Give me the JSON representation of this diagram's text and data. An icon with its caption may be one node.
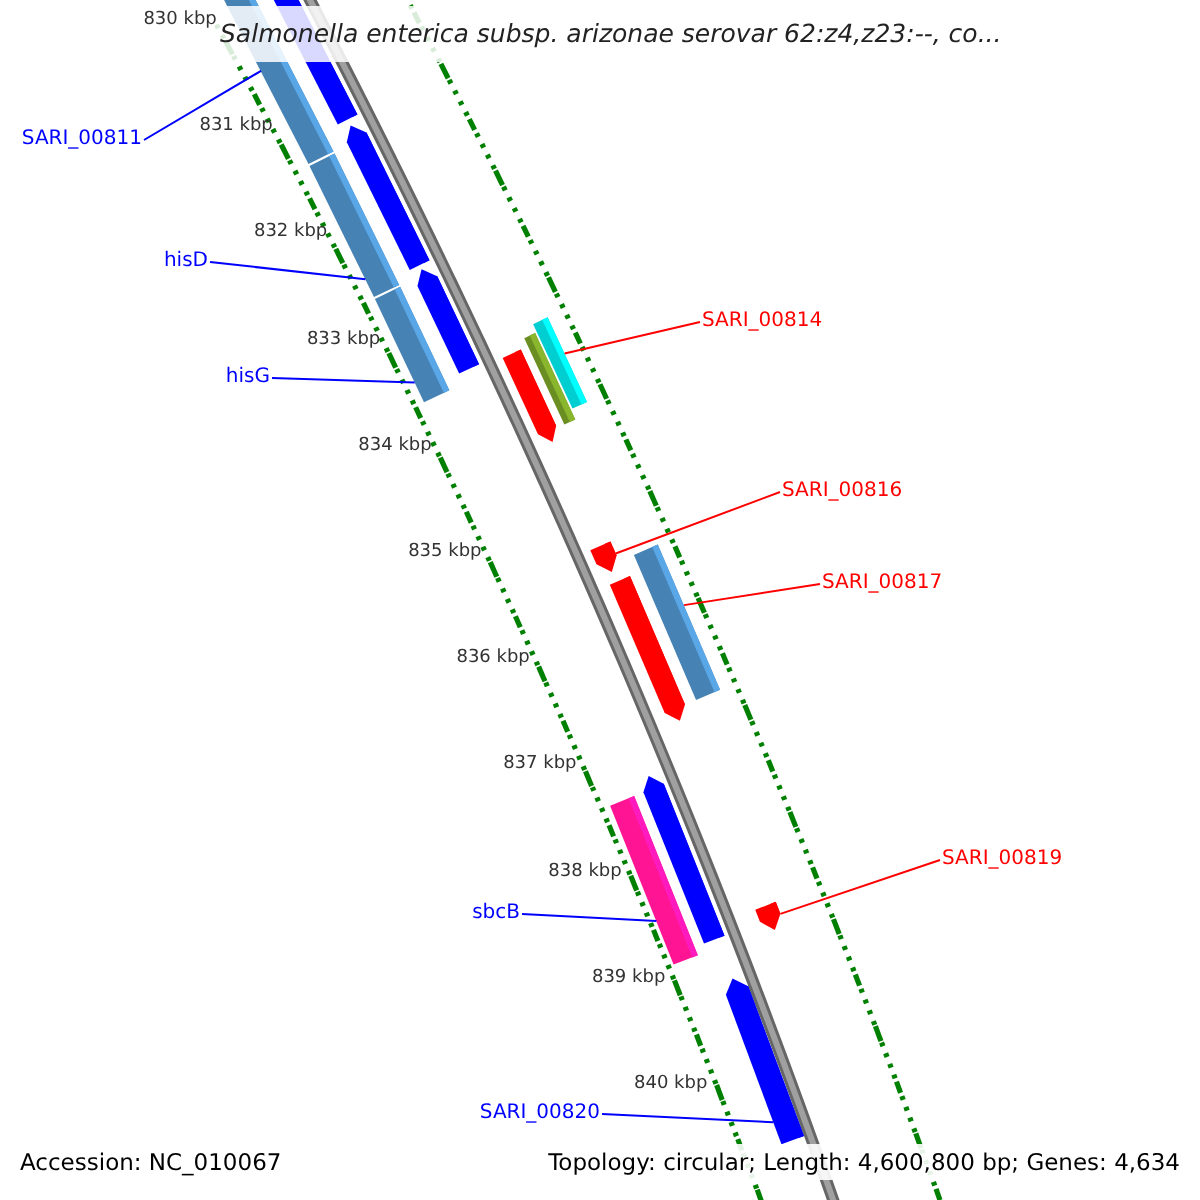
{
  "diagram": {
    "title": "Salmonella enterica subsp. arizonae serovar 62:z4,z23:--, co...",
    "nodes": [
      {
        "text": [
          "SARI_00811"
        ]
      },
      {
        "text": [
          "hisD"
        ]
      },
      {
        "text": [
          "hisG"
        ]
      },
      {
        "text": [
          "SARI_00814"
        ]
      },
      {
        "text": [
          "SARI_00816"
        ]
      },
      {
        "text": [
          "SARI_00817"
        ]
      },
      {
        "text": [
          "SARI_00819"
        ]
      },
      {
        "text": [
          "sbcB"
        ]
      },
      {
        "text": [
          "SARI_00820"
        ]
      },
      {
        "text": [],
        "shape": "bar"
      },
      {
        "text": [],
        "shape": "bar"
      },
      {
        "text": [],
        "shape": "bar"
      },
      {
        "text": [],
        "shape": "bar"
      },
      {
        "text": [],
        "shape": "bar"
      },
      {
        "text": [],
        "shape": "bar"
      },
      {
        "text": [],
        "shape": "bar"
      },
      {
        "text": [],
        "shape": "bar"
      },
      {
        "text": [],
        "shape": "bar"
      },
      {
        "text": [],
        "shape": "bar"
      },
      {
        "text": [],
        "shape": "bar"
      },
      {
        "text": [],
        "shape": "bar"
      },
      {
        "text": [],
        "shape": "bar"
      },
      {
        "text": [],
        "shape": "bar"
      },
      {
        "text": [],
        "shape": "bar"
      },
      {
        "text": [],
        "shape": "bar"
      }
    ],
    "edges": [
      {
        "from": 0,
        "to": 9,
        "arrow": "none"
      },
      {
        "from": 1,
        "to": 11,
        "arrow": "none"
      },
      {
        "from": 2,
        "to": 13,
        "arrow": "none"
      },
      {
        "from": 3,
        "to": 17,
        "arrow": "none",
        "color": "#ff0000"
      },
      {
        "from": 4,
        "to": 18,
        "arrow": "none",
        "color": "#ff0000"
      },
      {
        "from": 5,
        "to": 19,
        "arrow": "none",
        "color": "#ff0000"
      },
      {
        "from": 6,
        "to": 23,
        "arrow": "none",
        "color": "#ff0000"
      },
      {
        "from": 7,
        "to": 21,
        "arrow": "none"
      },
      {
        "from": 8,
        "to": 24,
        "arrow": "none"
      }
    ],
    "labels": [
      "830 kbp",
      "831 kbp",
      "832 kbp",
      "833 kbp",
      "834 kbp",
      "835 kbp",
      "836 kbp",
      "837 kbp",
      "838 kbp",
      "839 kbp",
      "840 kbp",
      "Accession: NC_010067",
      "Topology: circular; Length: 4,600,800 bp; Genes: 4,634"
    ]
  }
}
